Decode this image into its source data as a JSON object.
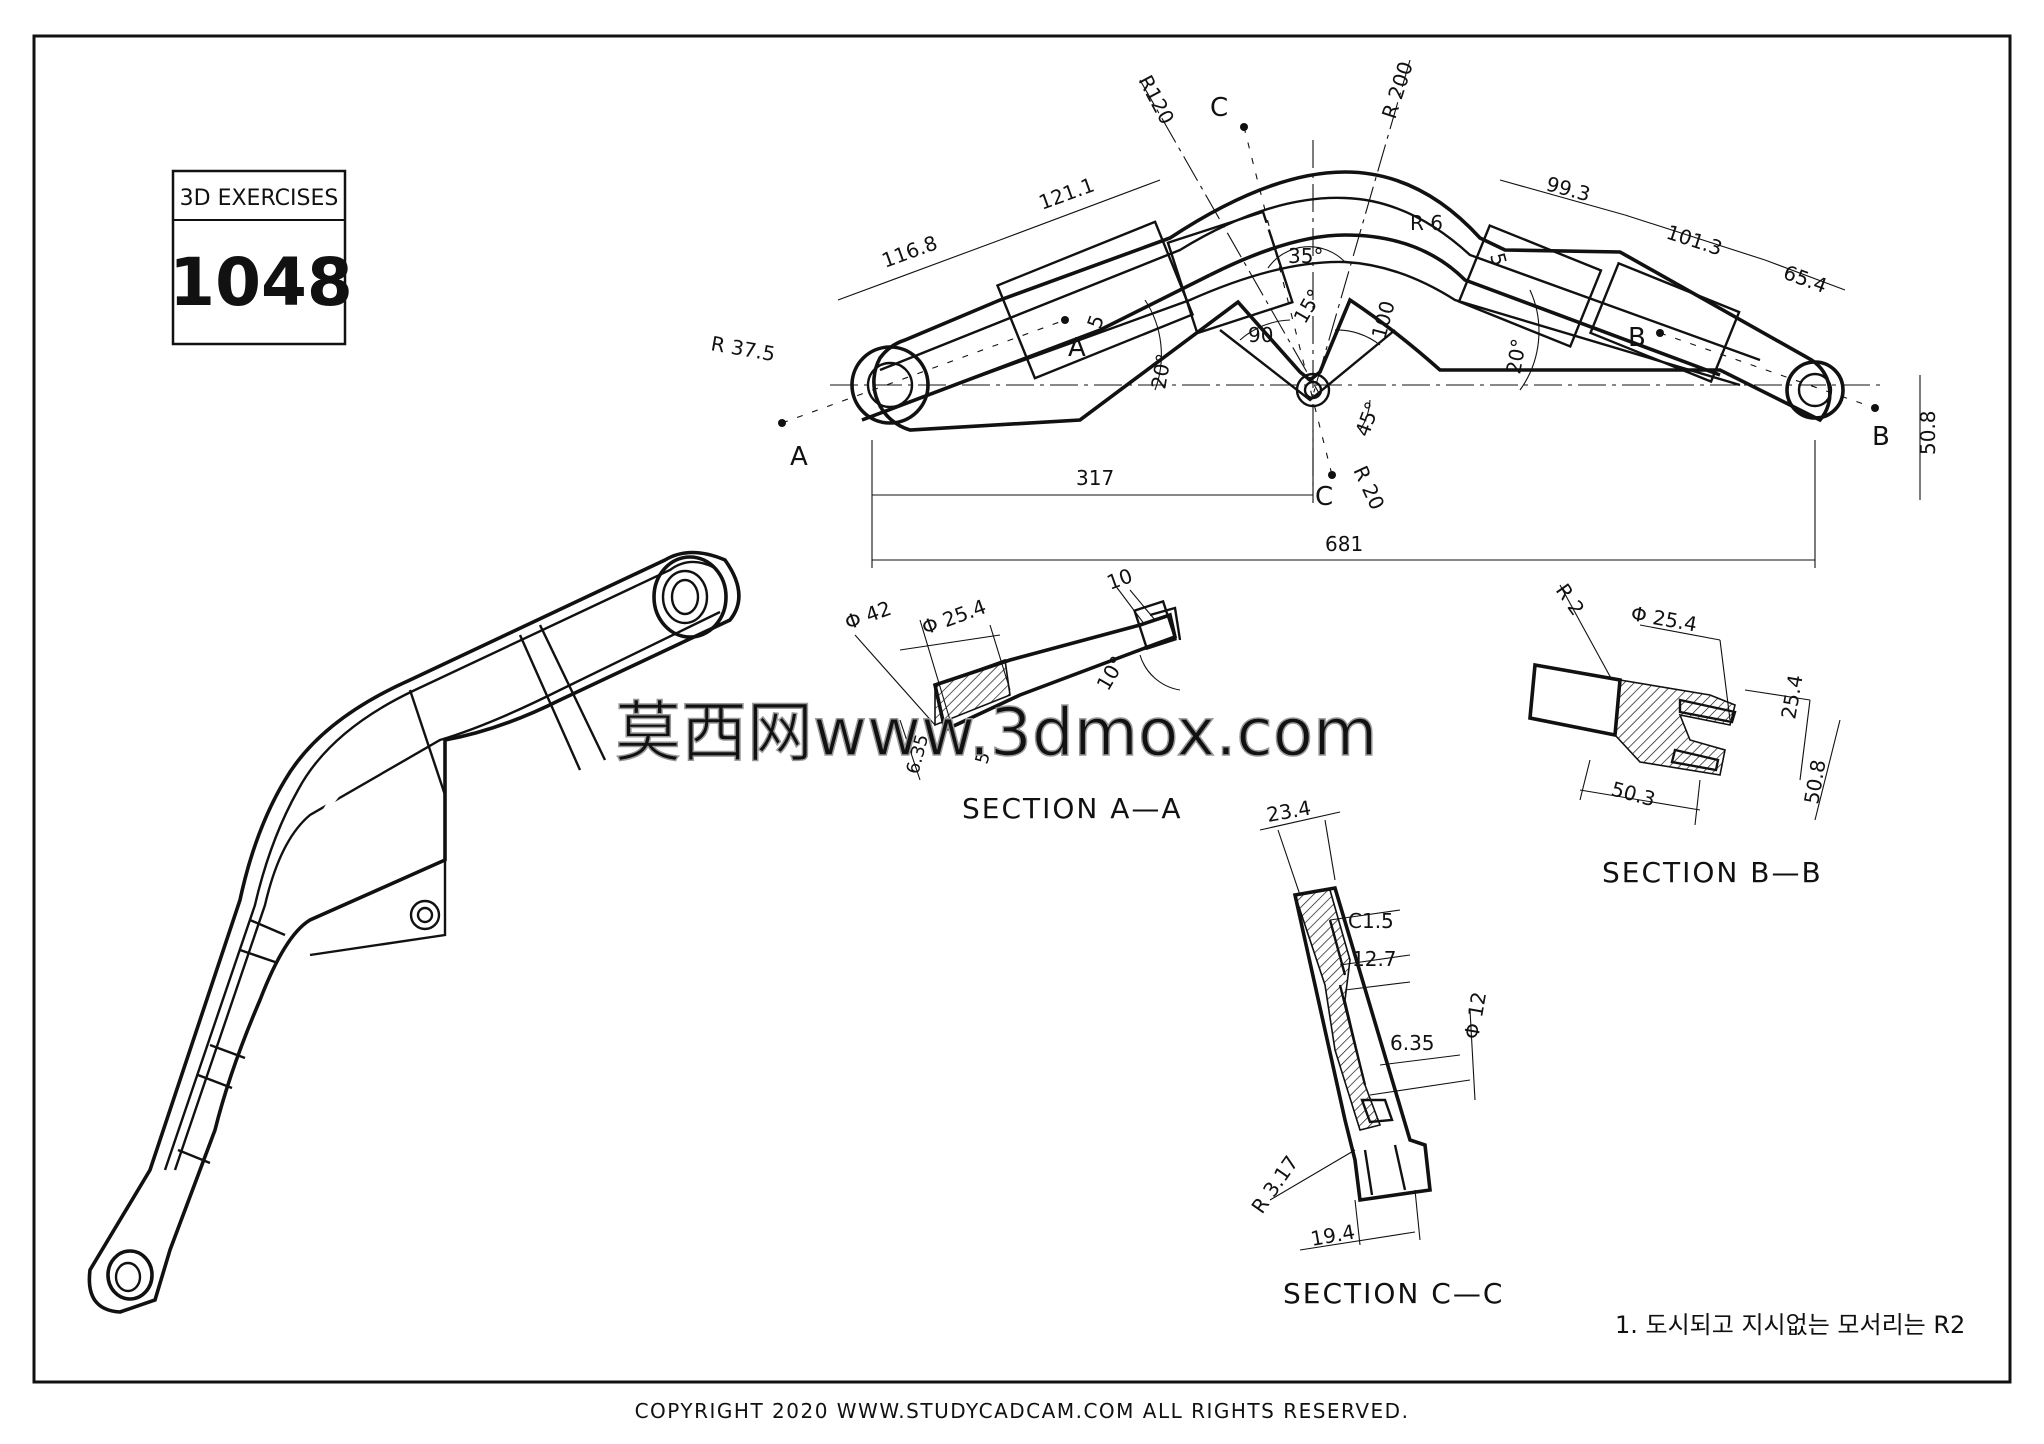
{
  "exercise_box": {
    "header": "3D EXERCISES",
    "number": "1048"
  },
  "top_view": {
    "dims": {
      "r37_5": "R 37.5",
      "r120": "R120",
      "r200": "R 200",
      "r6": "R 6",
      "d116_8": "116.8",
      "d121_1": "121.1",
      "d99_3": "99.3",
      "d101_3": "101.3",
      "d65_4": "65.4",
      "d317": "317",
      "d681": "681",
      "d50_8": "50.8",
      "a35": "35°",
      "a15": "15°",
      "a90": "90",
      "d100": "100",
      "a45": "45°",
      "r20": "R 20",
      "a20_left": "20°",
      "a20_right": "20°",
      "d5_left": "5",
      "d5_right": "5"
    },
    "section_marks": {
      "a": "A",
      "b": "B",
      "c": "C"
    }
  },
  "section_aa": {
    "title": "SECTION A—A",
    "dims": {
      "phi42": "Φ 42",
      "phi25_4": "Φ 25.4",
      "d10": "10",
      "a10": "10°",
      "d6_35": "6.35",
      "d5": "5"
    }
  },
  "section_bb": {
    "title": "SECTION B—B",
    "dims": {
      "r2": "R 2",
      "phi25_4": "Φ 25.4",
      "d25_4": "25.4",
      "d50_8": "50.8",
      "d50_3": "50.3"
    }
  },
  "section_cc": {
    "title": "SECTION C—C",
    "dims": {
      "d23_4": "23.4",
      "c1_5": "C1.5",
      "d12_7": "12.7",
      "phi12": "Φ 12",
      "d6_35": "6.35",
      "r3_17": "R 3.17",
      "d19_4": "19.4"
    }
  },
  "note": "1. 도시되고 지시없는 모서리는 R2",
  "watermark": "莫西网www.3dmox.com",
  "copyright": "COPYRIGHT   2020 WWW.STUDYCADCAM.COM ALL RIGHTS RESERVED."
}
